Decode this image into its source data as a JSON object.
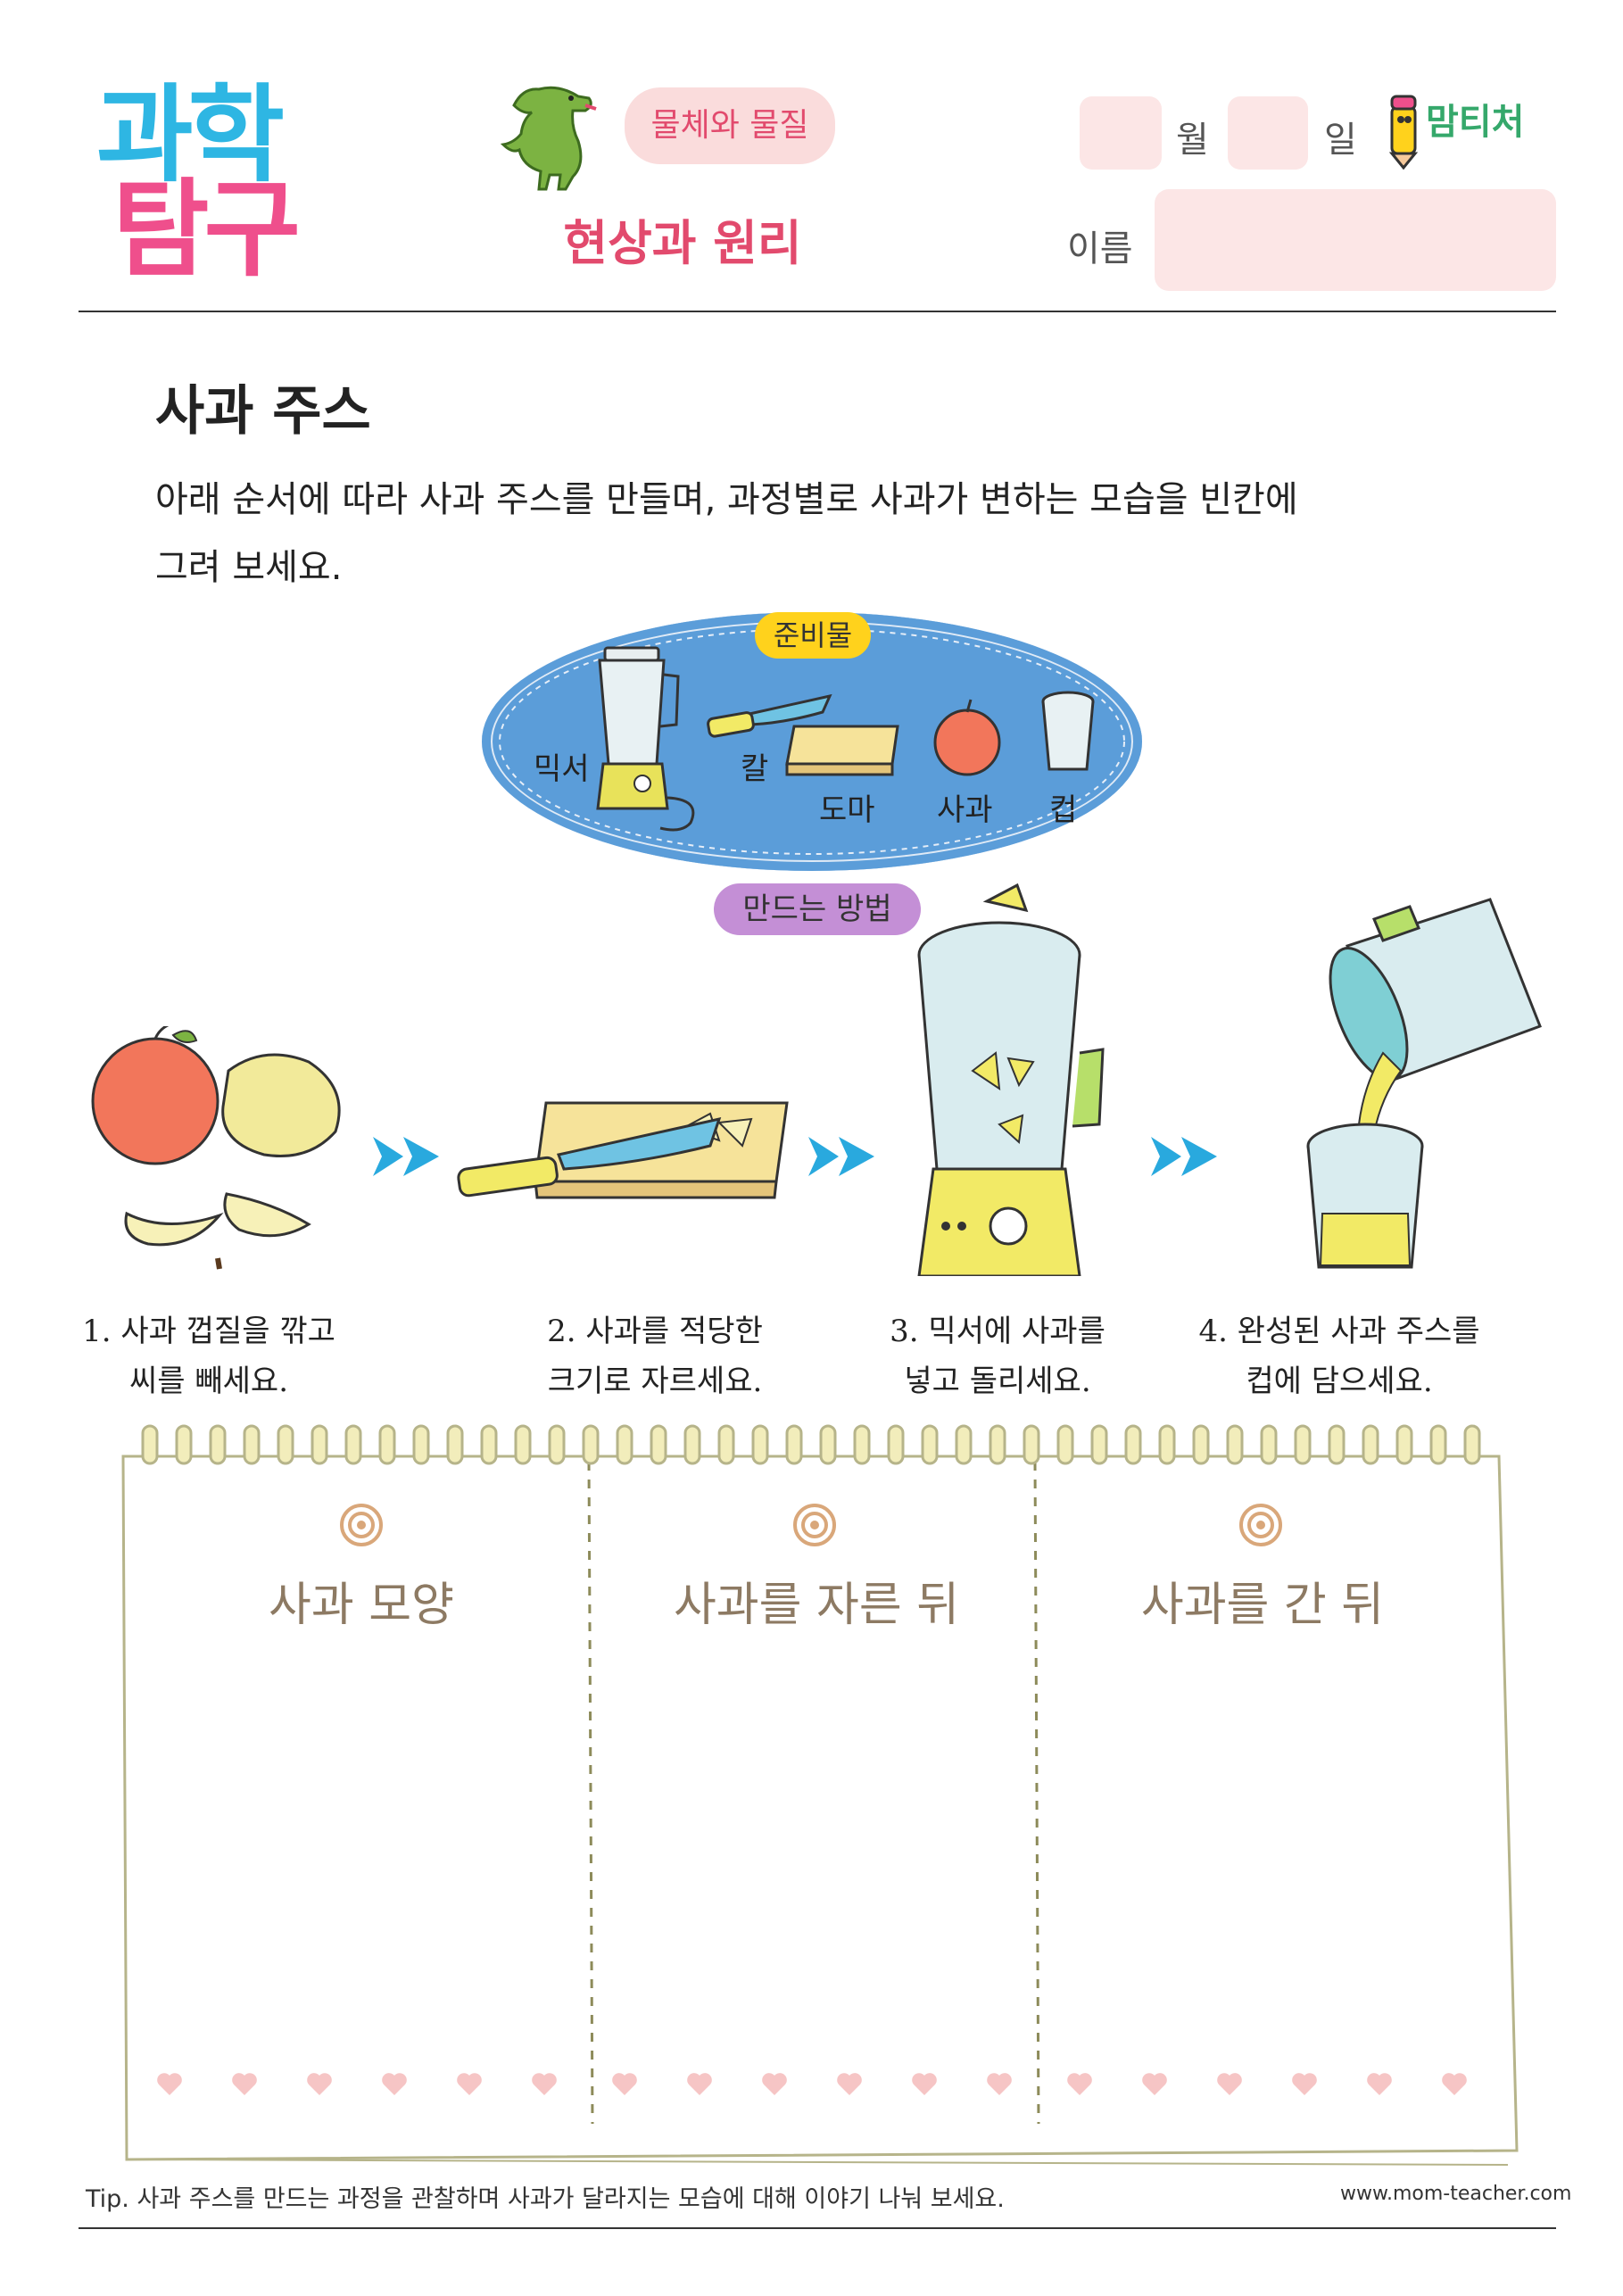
{
  "header": {
    "logo_line1": "과학",
    "logo_line2": "탐구",
    "topic": "물체와 물질",
    "subject": "현상과 원리",
    "month_label": "월",
    "day_label": "일",
    "name_label": "이름",
    "brand": "맘티처"
  },
  "main": {
    "title": "사과 주스",
    "instruction_line1": "아래 순서에 따라 사과 주스를 만들며, 과정별로 사과가 변하는 모습을 빈칸에",
    "instruction_line2": "그려 보세요.",
    "materials": {
      "label": "준비물",
      "items": [
        "믹서",
        "칼",
        "도마",
        "사과",
        "컵"
      ]
    },
    "method_label": "만드는 방법",
    "steps": [
      {
        "line1": "1. 사과 껍질을 깎고",
        "line2": "씨를 빼세요."
      },
      {
        "line1": "2. 사과를 적당한",
        "line2": "크기로 자르세요."
      },
      {
        "line1": "3. 믹서에 사과를",
        "line2": "넣고 돌리세요."
      },
      {
        "line1": "4. 완성된 사과 주스를",
        "line2": "컵에 담으세요."
      }
    ],
    "drawing_boxes": [
      "사과 모양",
      "사과를 자른 뒤",
      "사과를 간 뒤"
    ]
  },
  "footer": {
    "tip": "Tip. 사과 주스를 만드는 과정을 관찰하며 사과가 달라지는 모습에 대해 이야기 나눠 보세요.",
    "url": "www.mom-teacher.com"
  },
  "colors": {
    "logo_blue": "#2eb6e3",
    "logo_pink": "#ef4f8c",
    "accent_red": "#e24a6d",
    "pink_fill": "#fce6e6",
    "materials_blue": "#5b9dd9",
    "materials_pill": "#ffd21c",
    "method_pill": "#c48fd6",
    "arrow_blue": "#29a9de",
    "paper_border": "#b6b48a",
    "box_title": "#8d7a63"
  }
}
